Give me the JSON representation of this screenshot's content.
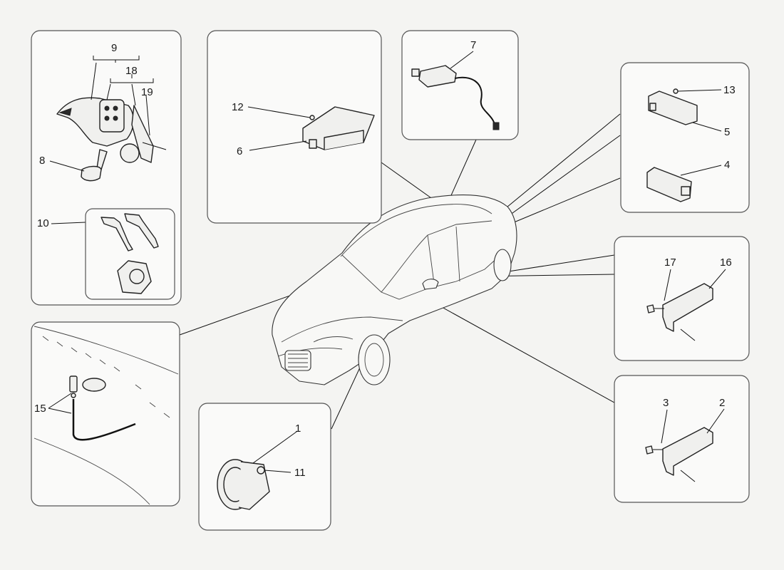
{
  "callouts": [
    "1",
    "2",
    "3",
    "4",
    "5",
    "6",
    "7",
    "8",
    "9",
    "10",
    "11",
    "12",
    "13",
    "15",
    "16",
    "17",
    "18",
    "19"
  ],
  "colors": {
    "background": "#f4f4f2",
    "panel": "#fafaf9",
    "line": "#111111"
  }
}
